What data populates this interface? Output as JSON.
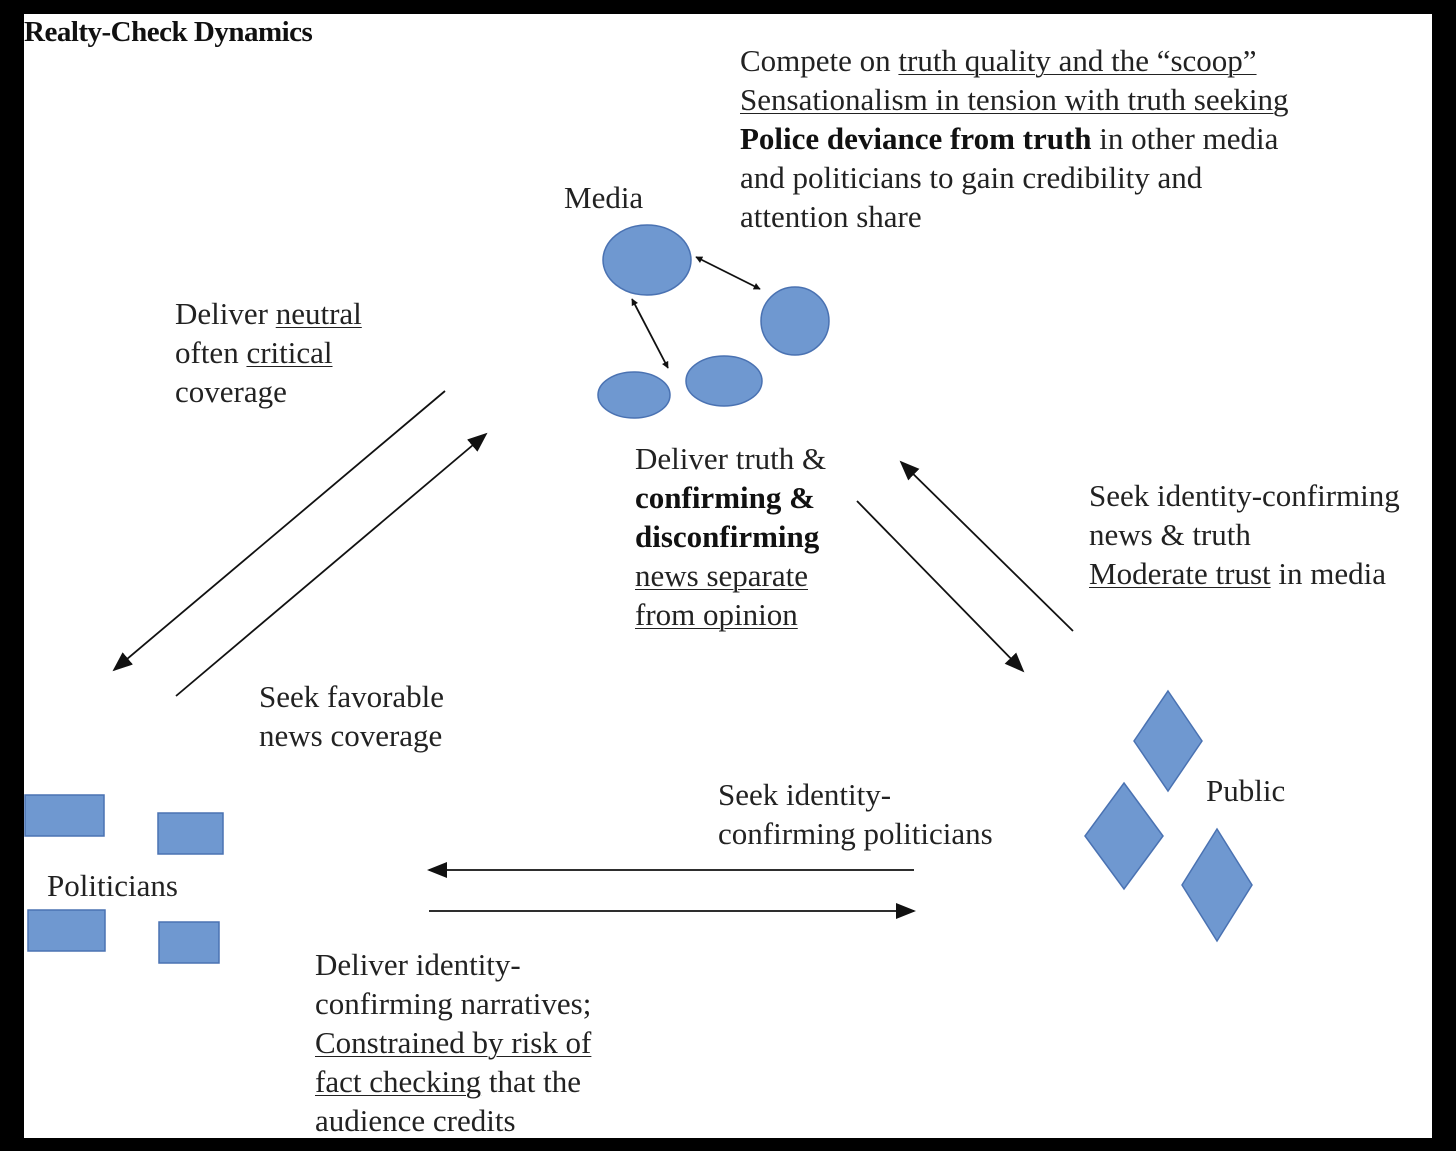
{
  "title": "Realty-Check Dynamics",
  "colors": {
    "node_fill": "#6f98d0",
    "node_stroke": "#4a72b2",
    "arrow": "#111111"
  },
  "nodes": {
    "media": {
      "label": "Media",
      "shape": "circle",
      "count": 4
    },
    "politicians": {
      "label": "Politicians",
      "shape": "rectangle",
      "count": 4
    },
    "public": {
      "label": "Public",
      "shape": "diamond",
      "count": 3
    }
  },
  "notes": {
    "media_traits": {
      "line1_a": "Compete on ",
      "line1_b": "truth quality and the “scoop”",
      "line2": "Sensationalism in tension with truth seeking",
      "line3_a": "Police deviance from truth",
      "line3_b": " in other media",
      "line4": "and politicians to gain credibility and",
      "line5": "attention share"
    },
    "media_to_politicians": {
      "line1_a": "Deliver ",
      "line1_b": "neutral",
      "line2_a": "often ",
      "line2_b": "critical",
      "line3": "coverage"
    },
    "politicians_to_media": {
      "line1": "Seek favorable",
      "line2": "news coverage"
    },
    "media_to_public": {
      "line1": "Deliver truth &",
      "line2": "confirming &",
      "line3": "disconfirming",
      "line4": "news separate",
      "line5": "from opinion"
    },
    "public_to_media": {
      "line1": "Seek identity-confirming",
      "line2": "news & truth",
      "line3_a": "Moderate trust",
      "line3_b": " in media"
    },
    "public_to_politicians": {
      "line1": "Seek identity-",
      "line2": "confirming politicians"
    },
    "politicians_to_public": {
      "line1": "Deliver identity-",
      "line2": "confirming narratives;",
      "line3": "Constrained by risk of",
      "line4_a": "fact checking",
      "line4_b": " that the",
      "line5": "audience credits"
    }
  }
}
